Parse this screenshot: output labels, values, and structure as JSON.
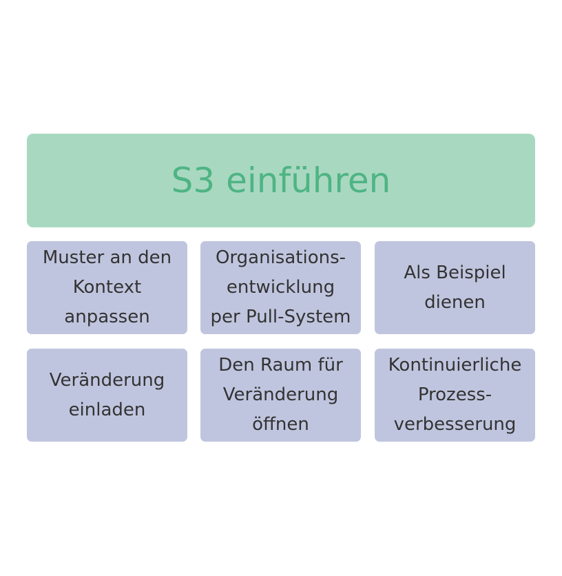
{
  "header": {
    "title": "S3 einführen",
    "background_color": "#a9d8c1",
    "text_color": "#4eb484"
  },
  "cards": [
    {
      "label": "Muster an den\nKontext\nanpassen"
    },
    {
      "label": "Organisations-\nentwicklung\nper Pull-System"
    },
    {
      "label": "Als Beispiel\ndienen"
    },
    {
      "label": "Veränderung\neinladen"
    },
    {
      "label": "Den Raum für\nVeränderung\nöffnen"
    },
    {
      "label": "Kontinuierliche\nProzess-\nverbesserung"
    }
  ],
  "card_style": {
    "background_color": "#c0c5df",
    "text_color": "#333333"
  }
}
